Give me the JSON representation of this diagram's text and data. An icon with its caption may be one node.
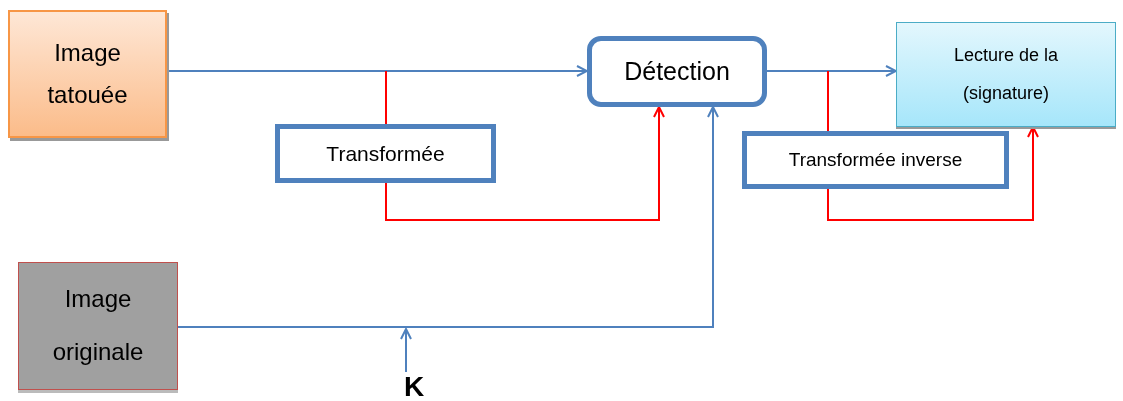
{
  "diagram": {
    "nodes": [
      {
        "text": [
          "Image tatouée"
        ]
      },
      {
        "text": [
          "Transformée"
        ]
      },
      {
        "text": [
          "Détection"
        ]
      },
      {
        "text": [
          "Lecture de la (signature)"
        ]
      },
      {
        "text": [
          "Transformée inverse"
        ]
      },
      {
        "text": [
          "Image originale"
        ]
      },
      {
        "text": [
          "K"
        ]
      }
    ],
    "edges": [
      {
        "from": 0,
        "to": 2,
        "arrow": "to"
      },
      {
        "from": null,
        "to": 1,
        "arrow": "none",
        "color": "#ff0000"
      },
      {
        "from": 1,
        "to": 2,
        "arrow": "to",
        "color": "#ff0000"
      },
      {
        "from": 2,
        "to": 3,
        "arrow": "to"
      },
      {
        "from": null,
        "to": 4,
        "arrow": "none",
        "color": "#ff0000"
      },
      {
        "from": 4,
        "to": 3,
        "arrow": "to",
        "color": "#ff0000"
      },
      {
        "from": 5,
        "to": 2,
        "arrow": "to"
      },
      {
        "from": 6,
        "to": null,
        "arrow": "to"
      }
    ]
  }
}
